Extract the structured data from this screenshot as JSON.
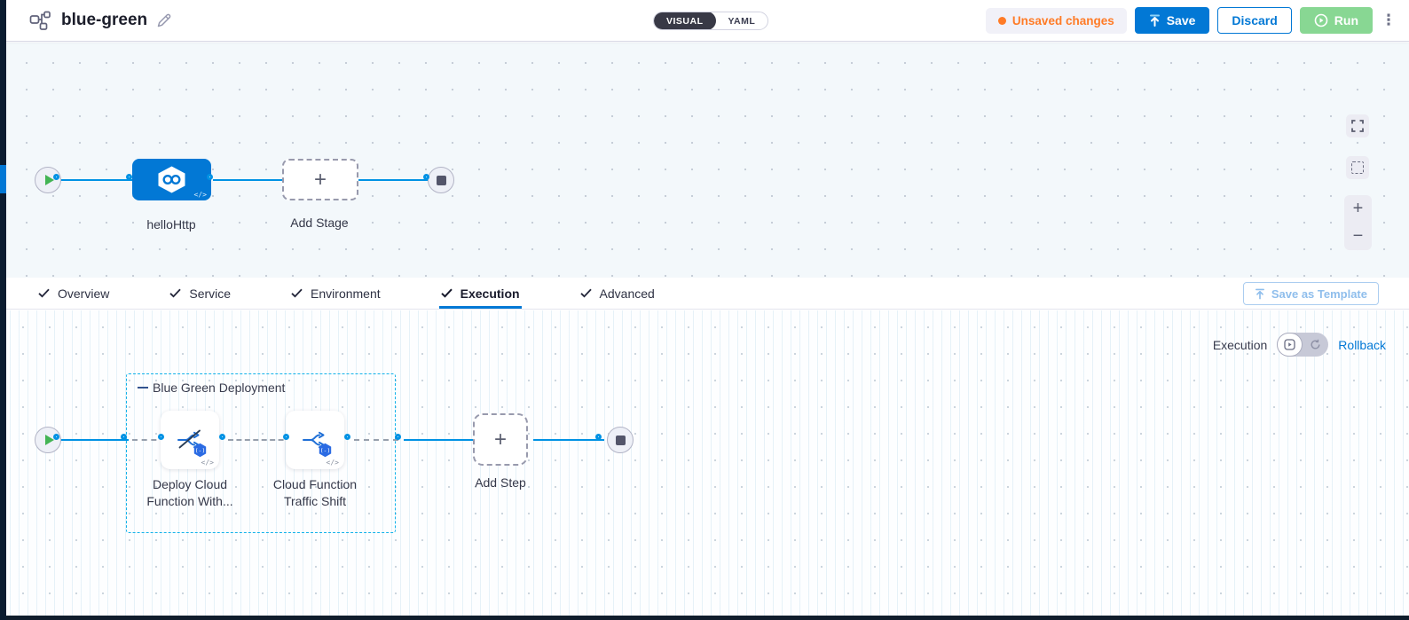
{
  "header": {
    "title": "blue-green",
    "mode_toggle": {
      "visual": "VISUAL",
      "yaml": "YAML",
      "selected": "VISUAL"
    },
    "unsaved_label": "Unsaved changes",
    "save_label": "Save",
    "discard_label": "Discard",
    "run_label": "Run"
  },
  "stage_canvas": {
    "stage_label": "helloHttp",
    "add_stage_label": "Add Stage"
  },
  "tabs": [
    {
      "label": "Overview",
      "checked": true,
      "active": false
    },
    {
      "label": "Service",
      "checked": true,
      "active": false
    },
    {
      "label": "Environment",
      "checked": true,
      "active": false
    },
    {
      "label": "Execution",
      "checked": true,
      "active": true
    },
    {
      "label": "Advanced",
      "checked": true,
      "active": false
    }
  ],
  "save_as_template_label": "Save as Template",
  "execution_panel": {
    "execution_label": "Execution",
    "rollback_label": "Rollback",
    "group_label": "Blue Green Deployment",
    "steps": [
      {
        "label": "Deploy Cloud Function With..."
      },
      {
        "label": "Cloud Function Traffic Shift"
      }
    ],
    "add_step_label": "Add Step"
  },
  "icons": {
    "plus": "+",
    "minus": "−",
    "kebab": "⋮",
    "code": "</>"
  },
  "colors": {
    "accent_blue": "#0278d5",
    "connector_blue": "#0092e4",
    "group_cyan": "#12b2e9",
    "unsaved_orange": "#ff7b26",
    "run_green_disabled": "#88d793",
    "toggle_dark": "#383946",
    "canvas_tint": "#f3f8fb"
  }
}
